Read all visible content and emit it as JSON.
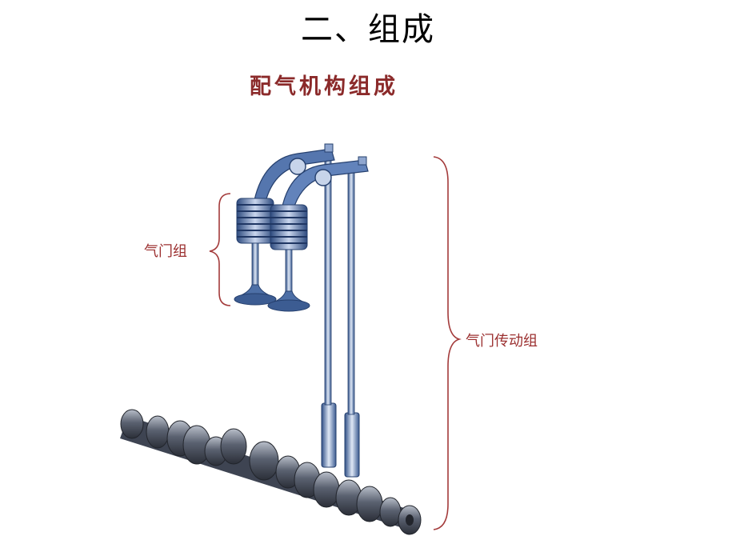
{
  "slide": {
    "title": "二、组成"
  },
  "diagram": {
    "title": "配气机构组成",
    "labels": {
      "valve_group": "气门组",
      "valve_train_group": "气门传动组"
    },
    "colors": {
      "title": "#8b2a2a",
      "label": "#9b2f2f",
      "bracket": "#a33a3a",
      "metal_blue": "#4d6fa6",
      "camshaft_dark": "#3e4452"
    }
  }
}
